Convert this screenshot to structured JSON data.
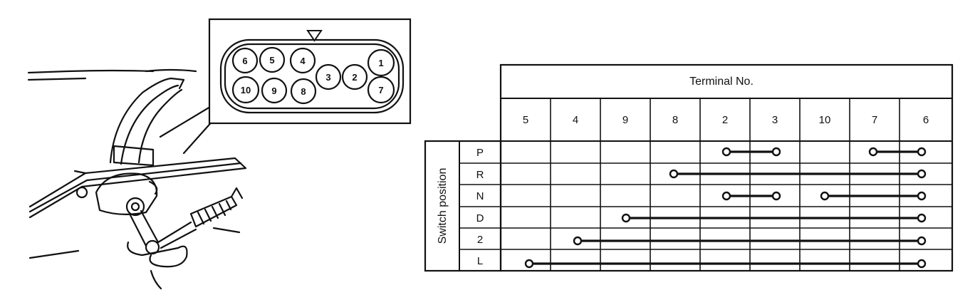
{
  "connector": {
    "pins": [
      {
        "label": "6"
      },
      {
        "label": "5"
      },
      {
        "label": "4"
      },
      {
        "label": "10"
      },
      {
        "label": "9"
      },
      {
        "label": "8"
      },
      {
        "label": "3"
      },
      {
        "label": "2"
      },
      {
        "label": "1"
      },
      {
        "label": "7"
      }
    ]
  },
  "table": {
    "header": "Terminal No.",
    "row_group_label": "Switch position",
    "columns": [
      "5",
      "4",
      "9",
      "8",
      "2",
      "3",
      "10",
      "7",
      "6"
    ],
    "rows": [
      {
        "position": "P",
        "connections": [
          [
            "2",
            "3"
          ],
          [
            "7",
            "6"
          ]
        ]
      },
      {
        "position": "R",
        "connections": [
          [
            "8",
            "6"
          ]
        ]
      },
      {
        "position": "N",
        "connections": [
          [
            "2",
            "3"
          ],
          [
            "10",
            "6"
          ]
        ]
      },
      {
        "position": "D",
        "connections": [
          [
            "9",
            "6"
          ]
        ]
      },
      {
        "position": "2",
        "connections": [
          [
            "4",
            "6"
          ]
        ]
      },
      {
        "position": "L",
        "connections": [
          [
            "5",
            "6"
          ]
        ]
      }
    ]
  }
}
